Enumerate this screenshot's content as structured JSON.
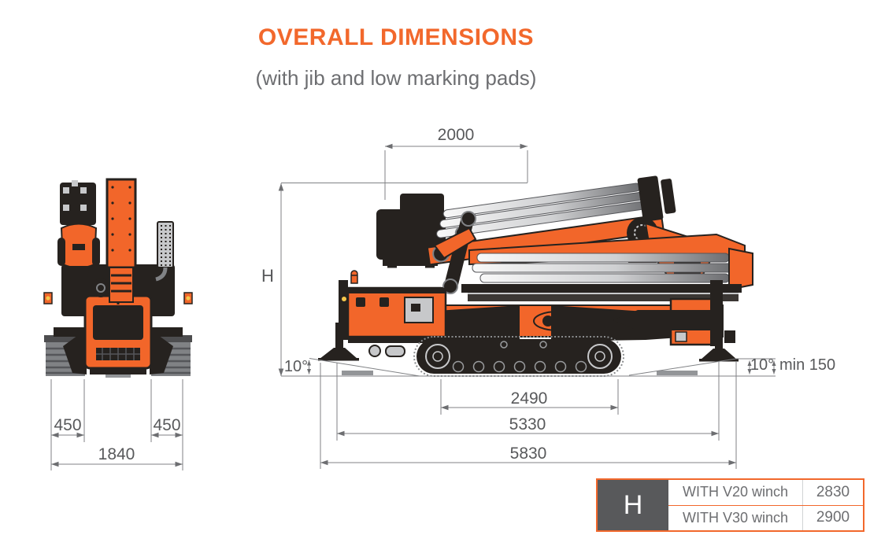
{
  "header": {
    "title": "OVERALL DIMENSIONS",
    "subtitle": "(with jib and low marking pads)"
  },
  "dimensions": {
    "top_width": "2000",
    "height_symbol": "H",
    "tilt_left": "10°",
    "tilt_right": "10°",
    "ground_clearance": "min 150",
    "track_length": "2490",
    "length_over_pads": "5330",
    "overall_length": "5830",
    "track_width_left": "450",
    "track_width_right": "450",
    "overall_width": "1840"
  },
  "spec_table": {
    "symbol": "H",
    "rows": [
      {
        "label": "WITH V20 winch",
        "value": "2830"
      },
      {
        "label": "WITH V30 winch",
        "value": "2900"
      }
    ]
  },
  "colors": {
    "accent_orange": "#F2682C",
    "machine_orange": "#F2662A",
    "machine_dark": "#26221F",
    "dimension_line_gray": "#808285",
    "dimension_text_gray": "#58595B",
    "table_symbol_background": "#58595B"
  }
}
